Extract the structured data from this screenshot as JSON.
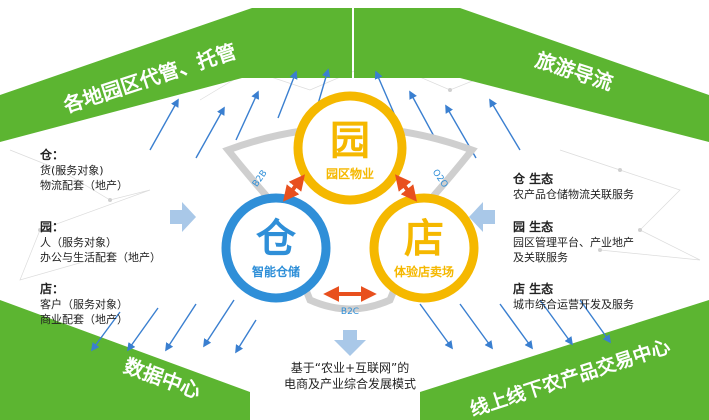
{
  "banners": {
    "top_left": "各地园区代管、托管",
    "top_right": "旅游导流",
    "bottom_left": "数据中心",
    "bottom_right": "线上线下农产品交易中心"
  },
  "circles": {
    "yuan": {
      "char": "园",
      "label": "园区物业",
      "color": "#f5b800"
    },
    "cang": {
      "char": "仓",
      "label": "智能仓储",
      "color": "#2f8fd8"
    },
    "dian": {
      "char": "店",
      "label": "体验店卖场",
      "color": "#f5b800"
    }
  },
  "links": {
    "b2b": "B2B",
    "o2o": "O2O",
    "b2c": "B2C"
  },
  "bottom_caption": {
    "line1": "基于“农业+互联网”的",
    "line2": "电商及产业综合发展模式"
  },
  "left_panel": {
    "cang": {
      "title": "仓：",
      "lines": [
        "货(服务对象)",
        "物流配套（地产）"
      ]
    },
    "yuan": {
      "title": "园：",
      "lines": [
        "人（服务对象）",
        "办公与生活配套（地产）"
      ]
    },
    "dian": {
      "title": "店：",
      "lines": [
        "客户（服务对象）",
        "商业配套（地产）"
      ]
    }
  },
  "right_panel": {
    "cang": {
      "title": "仓 生态",
      "lines": [
        "农产品仓储物流关联服务"
      ]
    },
    "yuan": {
      "title": "园 生态",
      "lines": [
        "园区管理平台、产业地产",
        "及关联服务"
      ]
    },
    "dian": {
      "title": "店 生态",
      "lines": [
        "城市综合运营开发及服务"
      ]
    }
  },
  "colors": {
    "green": "#5cb531",
    "blue_arrow": "#3a7fd0",
    "orange_arrow": "#e8501e",
    "side_arrow": "#a9c8e8"
  }
}
